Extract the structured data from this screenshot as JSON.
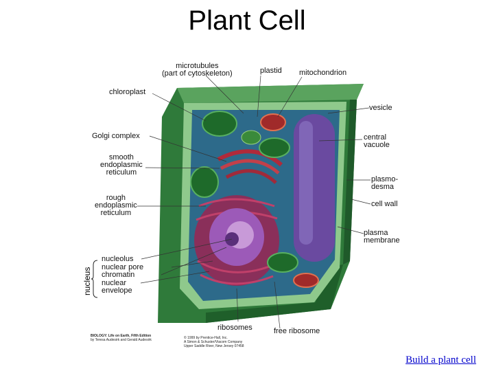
{
  "title": "Plant Cell",
  "labels": {
    "microtubules": "microtubules\n(part of cytoskeleton)",
    "plastid": "plastid",
    "mitochondrion": "mitochondrion",
    "chloroplast": "chloroplast",
    "vesicle": "vesicle",
    "golgi": "Golgi complex",
    "central_vacuole": "central\nvacuole",
    "smooth_er": "smooth\nendoplasmic\nreticulum",
    "plasmodesma": "plasmo-\ndesma",
    "rough_er": "rough\nendoplasmic\nreticulum",
    "cell_wall": "cell wall",
    "plasma_membrane": "plasma\nmembrane",
    "nucleolus": "nucleolus",
    "nuclear_pore": "nuclear pore",
    "chromatin": "chromatin",
    "nuclear_envelope": "nuclear\nenvelope",
    "nucleus": "nucleus",
    "ribosomes": "ribosomes",
    "free_ribosome": "free ribosome"
  },
  "credits": {
    "book_title": "BIOLOGY: Life on Earth, Fifth Edition",
    "authors": "by Teresa Audesirk and Gerald Audesirk",
    "copyright": "© 1999 by Prentice-Hall, Inc.",
    "publisher": "A Simon & Schuster/Viacom Company",
    "address": "Upper Saddle River, New Jersey 07458"
  },
  "link": "Build a plant cell",
  "colors": {
    "cell_wall": "#3f8f4a",
    "cytoplasm": "#2f6f8f",
    "vacuole": "#5e4a8a",
    "nucleus": "#9a3f7a",
    "chloroplast": "#2e7a3a",
    "golgi": "#b02a3a"
  }
}
